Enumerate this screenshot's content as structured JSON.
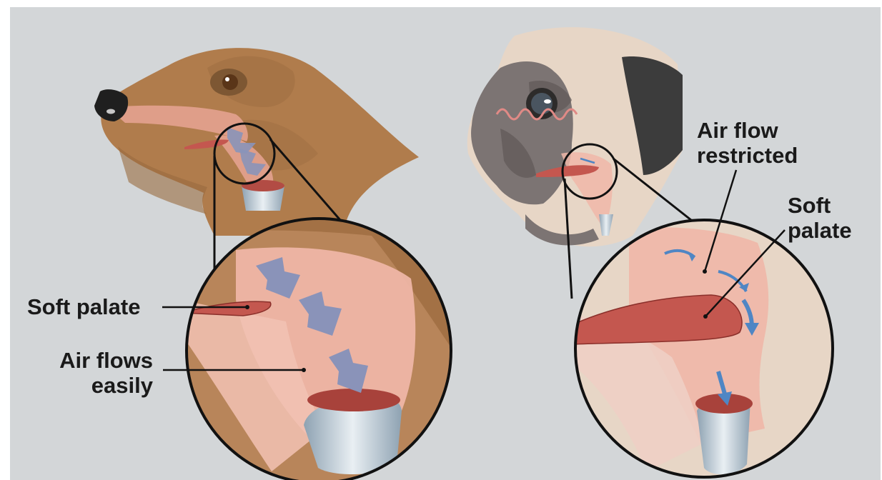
{
  "colors": {
    "background": "#d3d6d8",
    "dog_fur": "#b07c4c",
    "pug_fur": "#e7d6c6",
    "pug_mask": "#7c7473",
    "airway_pink": "#f0b7a8",
    "soft_palate": "#c4574f",
    "air_arrow_left": "#8a93b9",
    "air_arrow_right": "#4f86c4",
    "trachea": "#c3ced6"
  },
  "left_panel": {
    "soft_palate_label": "Soft palate",
    "air_flows_line1": "Air flows",
    "air_flows_line2": "easily"
  },
  "right_panel": {
    "air_flow_line1": "Air flow",
    "air_flow_line2": "restricted",
    "soft_line1": "Soft",
    "soft_line2": "palate"
  }
}
